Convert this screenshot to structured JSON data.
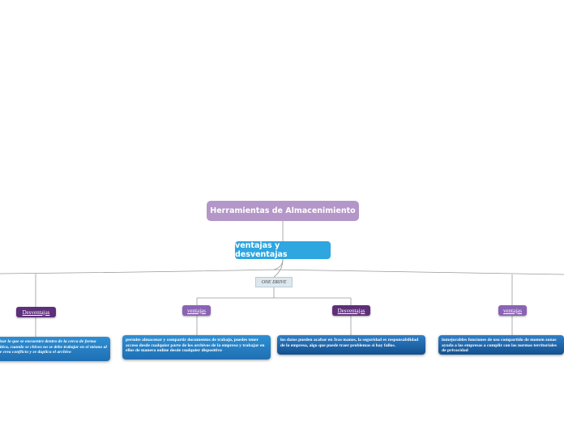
{
  "root": {
    "label": "Herramientas de Almacenimiento"
  },
  "main": {
    "label": "ventajas y desventajas"
  },
  "hub": {
    "label": "ONE DRIVE"
  },
  "branches": [
    {
      "tag": "Desventajas",
      "text": "incronizar lo que se encuentre dentro de la cerca de forma automática, cuando se chivos no se debe trabajar en el mismo al que que crea conflicto y se duplica el archivo"
    },
    {
      "tag": "ventajas",
      "text": "permite almacenar y compartir documentos de trabajo, puedes tener acceso desde cualquier parte de los archivos de la empresa y trabajar en ellos de manera online desde cualquier dispositivo"
    },
    {
      "tag": "Desventajas",
      "text": "los datos pueden acabar en 3ras manos, la seguridad es responsabilidad de la empresa, algo que puede traer problemas si hay fallos."
    },
    {
      "tag": "ventajas",
      "text": "inmejorables funciones de uso compartido de momen zonas ayuda a las empresas a cumplir con las normas territoriales de privacidad"
    }
  ],
  "colors": {
    "root": "#b497c8",
    "main": "#2ea6e0",
    "tag_light": "#8a63b5",
    "tag_dark": "#5e2f7a",
    "desc": "#2e8fd4",
    "connector": "#9a9a9a"
  }
}
